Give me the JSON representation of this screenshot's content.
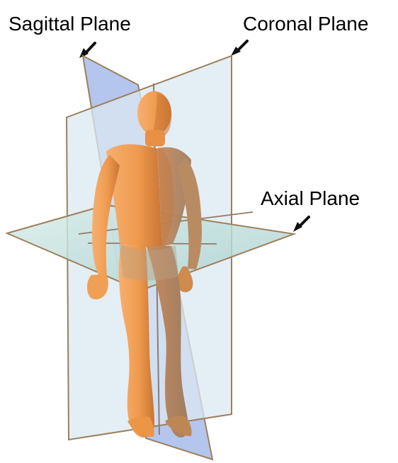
{
  "labels": {
    "sagittal": "Sagittal Plane",
    "coronal": "Coronal Plane",
    "axial": "Axial Plane"
  },
  "colors": {
    "plane_blue": "#9fb5e9",
    "plane_light": "#dbe8f2",
    "plane_teal": "#b7d8da",
    "plane_outline": "#9d7f5a",
    "skin_light": "#f4a35f",
    "skin_mid": "#e78a3e",
    "skin_shadow": "#c67631",
    "skin_dark": "#b98b62",
    "arrow": "#111111"
  }
}
